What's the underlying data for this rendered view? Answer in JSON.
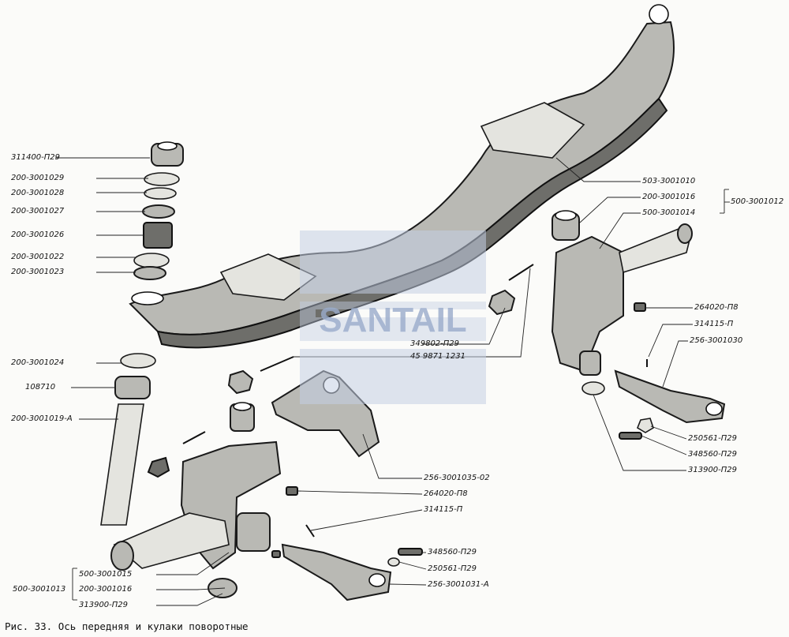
{
  "caption": "Рис. 33. Ось передняя и кулаки поворотные",
  "watermark": {
    "text": "SANTAIL",
    "color": "#a8b8d6"
  },
  "labels": {
    "p311400": "311400-П29",
    "p3001029": "200-3001029",
    "p3001028": "200-3001028",
    "p3001027": "200-3001027",
    "p3001026": "200-3001026",
    "p3001022": "200-3001022",
    "p3001023": "200-3001023",
    "p3001024": "200-3001024",
    "p108710": "108710",
    "p3001019a": "200-3001019-А",
    "p503": "503-3001010",
    "p3001016r": "200-3001016",
    "p500_3001014": "500-3001014",
    "p500_3001012": "500-3001012",
    "p264020r": "264020-П8",
    "p314115r": "314115-П",
    "p256_3001030": "256-3001030",
    "p349802": "349802-П29",
    "p459871": "45 9871 1231",
    "p250561r": "250561-П29",
    "p348560r": "348560-П29",
    "p313900r": "313900-П29",
    "p256_3001035": "256-3001035-02",
    "p264020l": "264020-П8",
    "p314115l": "314115-П",
    "p348560l": "348560-П29",
    "p250561l": "250561-П29",
    "p256_3001031": "256-3001031-А",
    "p500_3001015": "500-3001015",
    "p500_3001013": "500-3001013",
    "p3001016l": "200-3001016",
    "p313900l": "313900-П29"
  }
}
